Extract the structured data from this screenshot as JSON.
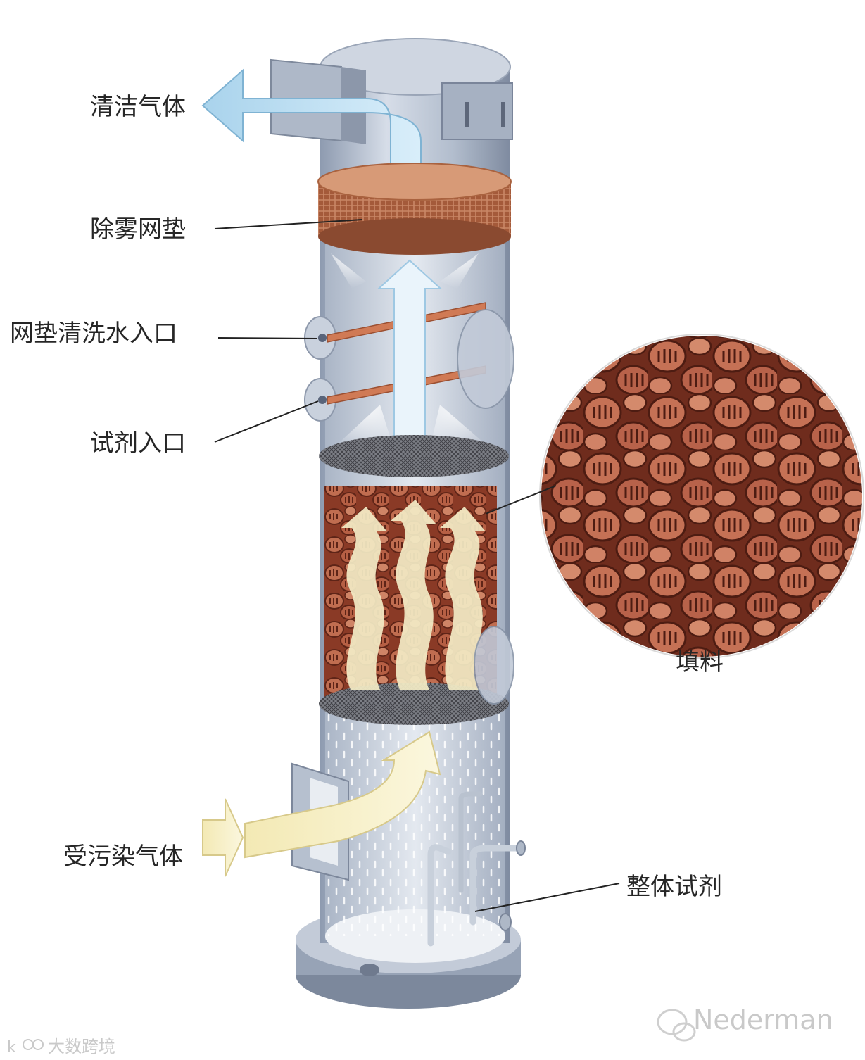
{
  "labels": {
    "clean_gas": "清洁气体",
    "demister_pad": "除雾网垫",
    "pad_wash_inlet": "网垫清洗水入口",
    "reagent_inlet": "试剂入口",
    "packing": "填料",
    "contaminated_gas": "受污染气体",
    "bulk_reagent": "整体试剂"
  },
  "watermarks": {
    "brand": "Nederman",
    "source": "大数跨境"
  },
  "colors": {
    "shell": "#b7c2d3",
    "clean_flow": "#bfe0f2",
    "dirty_flow": "#f6efc2",
    "packing": "#b3563d",
    "demister": "#9a5235"
  }
}
